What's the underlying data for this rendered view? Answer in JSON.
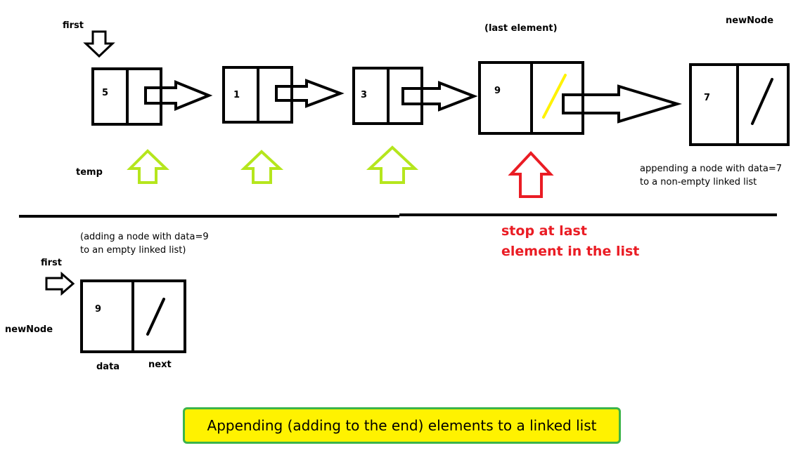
{
  "labels": {
    "first_top": "first",
    "first_bottom": "first",
    "temp": "temp",
    "last_element": "(last element)",
    "new_node_top": "newNode",
    "new_node_bottom": "newNode",
    "data": "data",
    "next": "next"
  },
  "nodes_top": [
    {
      "value": "5"
    },
    {
      "value": "1"
    },
    {
      "value": "3"
    },
    {
      "value": "9"
    },
    {
      "value": "7"
    }
  ],
  "node_bottom": {
    "value": "9"
  },
  "notes": {
    "append_line1": "appending a node with data=7",
    "append_line2": "to a non-empty linked list",
    "empty_line1": "(adding a node with data=9",
    "empty_line2": "to an empty linked list)",
    "stop_line1": "stop at last",
    "stop_line2": "element in the list"
  },
  "caption": "Appending (adding to the end) elements to a linked list",
  "colors": {
    "temp_arrow": "#b5e61d",
    "stop_arrow": "#ea1c24",
    "stop_text": "#ea1c24",
    "last_next_slash": "#fff200",
    "caption_bg": "#fff200",
    "caption_border": "#3cb44a"
  }
}
